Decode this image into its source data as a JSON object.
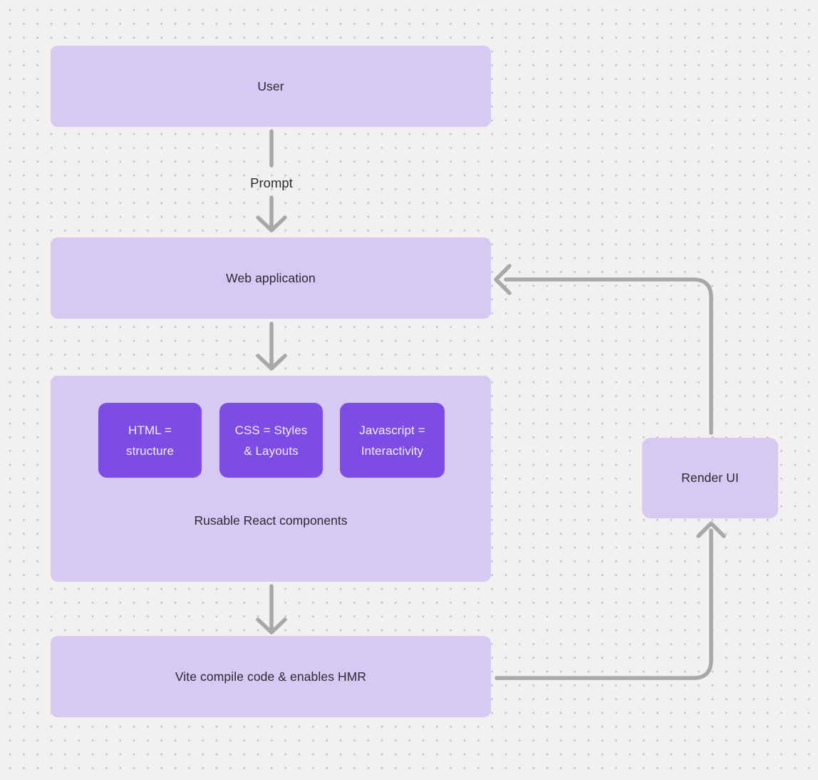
{
  "diagram": {
    "nodes": {
      "user": {
        "label": "User"
      },
      "web_application": {
        "label": "Web application"
      },
      "components_group": {
        "caption": "Rusable React components",
        "children": [
          {
            "lines": [
              "HTML =",
              "structure"
            ]
          },
          {
            "lines": [
              "CSS = Styles",
              "& Layouts"
            ]
          },
          {
            "lines": [
              "Javascript =",
              "Interactivity"
            ]
          }
        ]
      },
      "vite": {
        "label": "Vite compile code & enables HMR"
      },
      "render_ui": {
        "label": "Render UI"
      }
    },
    "edges": {
      "prompt_label": "Prompt"
    },
    "colors": {
      "background": "#f2f1ef",
      "dot": "#c5c3c1",
      "node_light": "#d6c9f4",
      "node_dark": "#7c4ce4",
      "connector": "#a8a8a8",
      "text_dark": "#2b2a30",
      "text_light": "#f3eefb"
    }
  }
}
